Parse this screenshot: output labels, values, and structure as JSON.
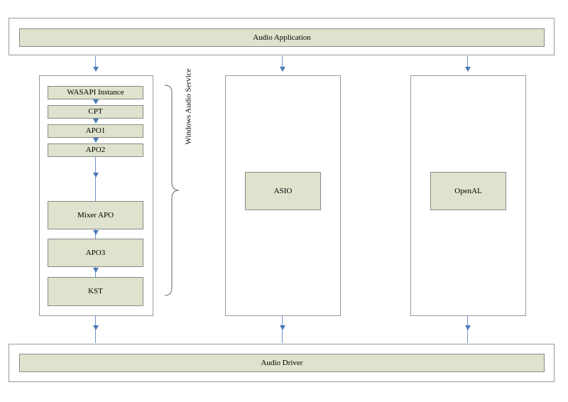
{
  "top_bar": {
    "label": "Audio Application"
  },
  "bottom_bar": {
    "label": "Audio Driver"
  },
  "windows_stack": {
    "group_label": "Windows Audio Service",
    "components": [
      "WASAPI Instance",
      "CPT",
      "APO1",
      "APO2",
      "Mixer APO",
      "APO3",
      "KST"
    ]
  },
  "asio": {
    "label": "ASIO"
  },
  "openal": {
    "label": "OpenAL"
  },
  "colors": {
    "box_fill": "#dde3cc",
    "box_border": "#8a8a8a",
    "connector": "#6f93c6",
    "arrowhead": "#4a78b8"
  }
}
